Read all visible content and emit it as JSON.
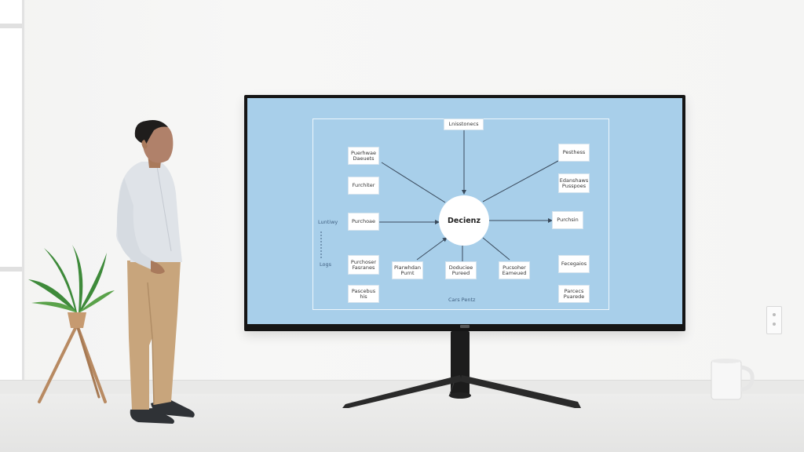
{
  "diagram": {
    "top_label": "Lnisstonecs",
    "center_label": "Decienz",
    "bottom_label": "Cars Pentz",
    "left_label_top": "Luntiwy",
    "left_label_bottom": "Logs",
    "nodes": [
      {
        "id": "n1",
        "label": "Puerhwae\nDaeuets"
      },
      {
        "id": "n2",
        "label": "Furchiter"
      },
      {
        "id": "n3",
        "label": "Purchoae"
      },
      {
        "id": "n4",
        "label": "Purchoser\nFasranes"
      },
      {
        "id": "n5",
        "label": "Piarwhdan\nPurnt"
      },
      {
        "id": "n6",
        "label": "Pascebus\nhis"
      },
      {
        "id": "n7",
        "label": "Doduciee\nPureed"
      },
      {
        "id": "n8",
        "label": "Pucsoher\nEameued"
      },
      {
        "id": "n9",
        "label": "Pesthess"
      },
      {
        "id": "n10",
        "label": "Edanshaws\nPusspoes"
      },
      {
        "id": "n11",
        "label": "Purchsin"
      },
      {
        "id": "n12",
        "label": "Fecegaios"
      },
      {
        "id": "n13",
        "label": "Parcecs\nPuarede"
      }
    ]
  },
  "colors": {
    "screen": "#a8cfea",
    "node": "#ffffff",
    "line": "#3a4a5c"
  }
}
